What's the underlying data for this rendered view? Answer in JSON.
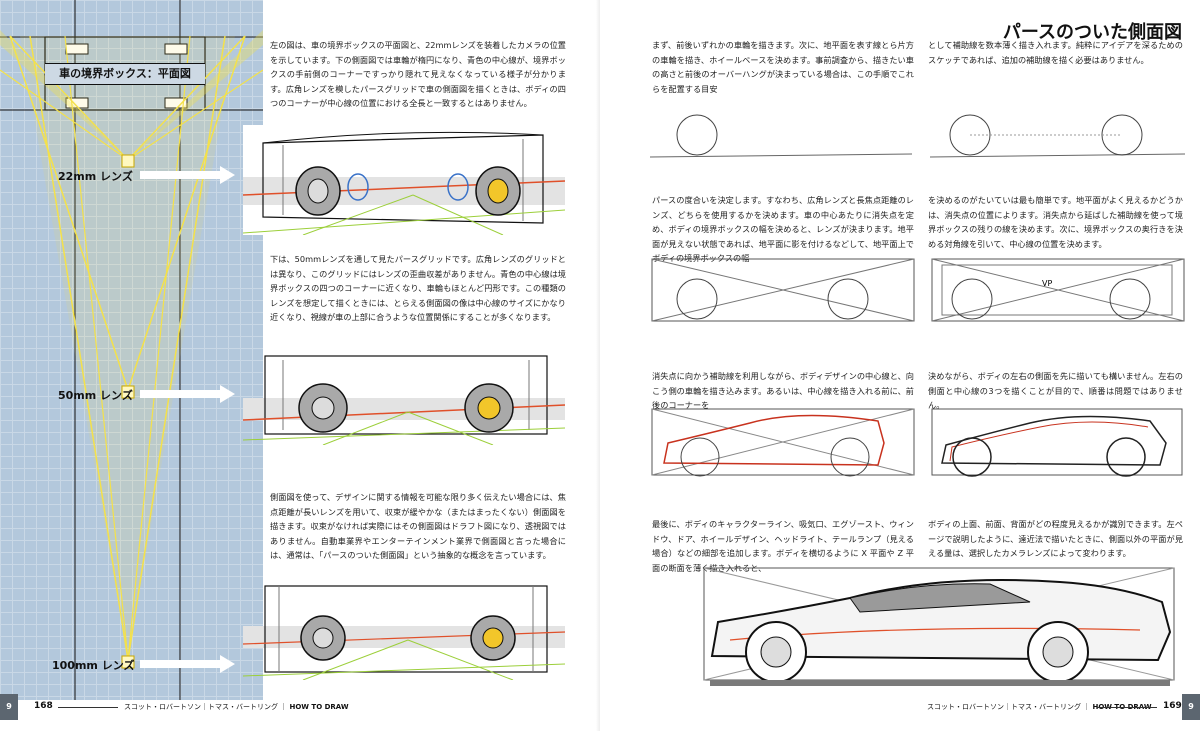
{
  "left_page": {
    "plan_title": "車の境界ボックス：平面図",
    "lens_labels": [
      "22mm レンズ",
      "50mm レンズ",
      "100mm レンズ"
    ],
    "para1": "左の図は、車の境界ボックスの平面図と、22mmレンズを装着したカメラの位置を示しています。下の側面図では車輪が楕円になり、青色の中心線が、境界ボックスの手前側のコーナーですっかり隠れて見えなくなっている様子が分かります。広角レンズを模したパースグリッドで車の側面図を描くときは、ボディの四つのコーナーが中心線の位置における全長と一致するとはありません。",
    "para2": "下は、50mmレンズを通して見たパースグリッドです。広角レンズのグリッドとは異なり、このグリッドにはレンズの歪曲収差がありません。青色の中心線は境界ボックスの四つのコーナーに近くなり、車輪もほとんど円形です。この種類のレンズを想定して描くときには、とらえる側面図の像は中心線のサイズにかなり近くなり、視線が車の上部に合うような位置関係にすることが多くなります。",
    "para3": "側面図を使って、デザインに関する情報を可能な限り多く伝えたい場合には、焦点距離が長いレンズを用いて、収束が緩やかな（またはまったくない）側面図を描きます。収束がなければ実際にはその側面図はドラフト図になり、透視図ではありません。自動車業界やエンターテインメント業界で側面図と言った場合には、通常は、「パースのついた側面図」という抽象的な概念を言っています。",
    "page_number": "168",
    "tab_number": "9",
    "footer_authors": "スコット・ロバートソン｜トマス・バートリング",
    "footer_brand": "HOW TO DRAW"
  },
  "right_page": {
    "title": "パースのついた側面図",
    "para1a": "まず、前後いずれかの車輪を描きます。次に、地平面を表す線とら片方の車輪を描き、ホイールベースを決めます。事前調査から、描きたい車の高さと前後のオーバーハングが決まっている場合は、この手順でこれらを配置する目安",
    "para1b": "として補助線を数本薄く描き入れます。純粋にアイデアを深るためのスケッチであれば、追加の補助線を描く必要はありません。",
    "para2a": "パースの度合いを決定します。すなわち、広角レンズと長焦点距離のレンズ、どちらを使用するかを決めます。車の中心あたりに消失点を定め、ボディの境界ボックスの幅を決めると、レンズが決まります。地平面が見えない状態であれば、地平面に影を付けるなどして、地平面上でボディの境界ボックスの幅",
    "para2b": "を決めるのがたいていは最も簡単です。地平面がよく見えるかどうかは、消失点の位置によります。消失点から延ばした補助線を使って境界ボックスの残りの線を決めます。次に、境界ボックスの奥行きを決める対角線を引いて、中心線の位置を決めます。",
    "vp_label": "VP",
    "para3a": "消失点に向かう補助線を利用しながら、ボディデザインの中心線と、向こう側の車輪を描き込みます。あるいは、中心線を描き入れる前に、前後のコーナーを",
    "para3b": "決めながら、ボディの左右の側面を先に描いても構いません。左右の側面と中心線の3つを描くことが目的で、順番は問題ではありません。",
    "para4a": "最後に、ボディのキャラクターライン、吸気口、エグゾースト、ウィンドウ、ドア、ホイールデザイン、ヘッドライト、テールランプ（見える場合）などの細部を追加します。ボディを横切るように X 平面や Z 平面の断面を薄く描き入れると、",
    "para4b": "ボディの上面、前面、背面がどの程度見えるかが識別できます。左ページで説明したように、遠近法で描いたときに、側面以外の平面が見える量は、選択したカメラレンズによって変わります。",
    "page_number": "169",
    "tab_number": "9",
    "footer_authors": "スコット・ロバートソン｜トマス・バートリング",
    "footer_brand": "HOW TO DRAW"
  },
  "colors": {
    "blue_panel": "#b3c8dc",
    "yellow_rays": "#f4e24a",
    "center_red": "#e0502a",
    "ground_green": "#9ccf3a",
    "tab_gray": "#5c6670"
  }
}
